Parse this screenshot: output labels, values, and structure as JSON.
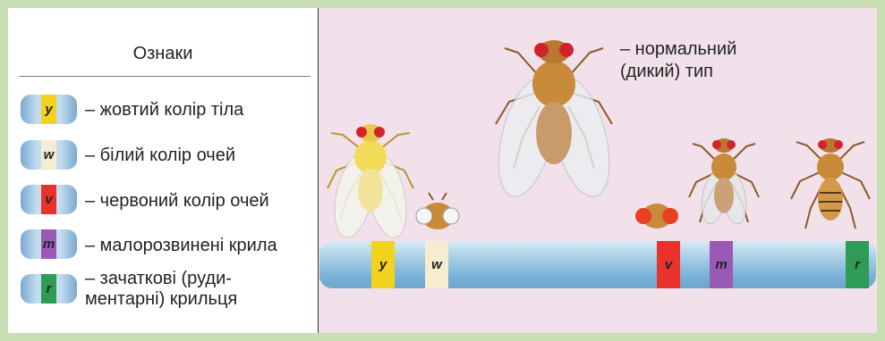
{
  "legend": {
    "title": "Ознаки",
    "items": [
      {
        "symbol": "y",
        "color": "#f2d21c",
        "text": "– жовтий колір тіла"
      },
      {
        "symbol": "w",
        "color": "#f6ecd0",
        "text": "– білий колір очей"
      },
      {
        "symbol": "v",
        "color": "#e8322b",
        "text": "– червоний колір очей"
      },
      {
        "symbol": "m",
        "color": "#9b59b6",
        "text": "– малорозвинені крила"
      },
      {
        "symbol": "r",
        "color": "#2e9b57",
        "text": "– зачаткові (руди-\nментарні) крильця"
      }
    ]
  },
  "diagram": {
    "wild_type_label": "– нормальний\n(дикий) тип",
    "chromosome_bands": [
      "y",
      "w",
      "v",
      "m",
      "r"
    ]
  }
}
